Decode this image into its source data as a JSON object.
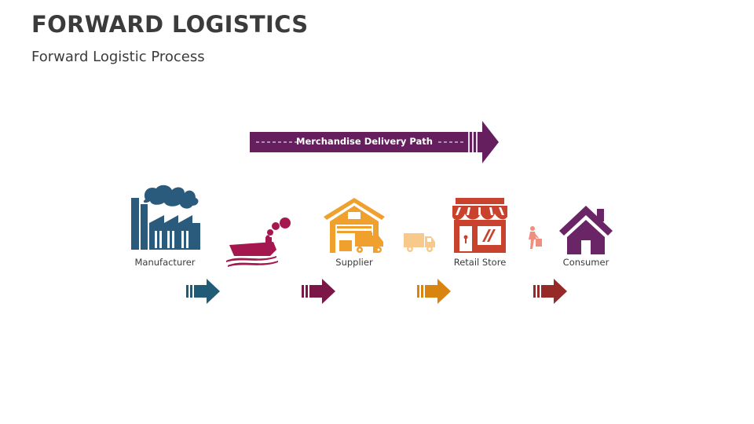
{
  "slide": {
    "title": "FORWARD LOGISTICS",
    "subtitle": "Forward Logistic Process"
  },
  "delivery_path": {
    "label": "Merchandise Delivery Path",
    "color": "#651f5f"
  },
  "stages": [
    {
      "label": "Manufacturer",
      "icon": "factory-icon",
      "color": "#2a5a7c"
    },
    {
      "label": "Supplier",
      "icon": "warehouse-icon",
      "color": "#f0a02c"
    },
    {
      "label": "Retail Store",
      "icon": "storefront-icon",
      "color": "#c8422e"
    },
    {
      "label": "Consumer",
      "icon": "house-icon",
      "color": "#6a2567"
    }
  ],
  "transports": [
    {
      "icon": "ship-icon",
      "color": "#a5184f"
    },
    {
      "icon": "delivery-truck-icon",
      "color": "#f7c98a"
    },
    {
      "icon": "shopper-icon",
      "color": "#ef8f80"
    }
  ],
  "flow_arrows": [
    {
      "icon": "arrow-right-icon",
      "color": "#215b76"
    },
    {
      "icon": "arrow-right-icon",
      "color": "#7a1747"
    },
    {
      "icon": "arrow-right-icon",
      "color": "#d8840f"
    },
    {
      "icon": "arrow-right-icon",
      "color": "#952a28"
    }
  ]
}
